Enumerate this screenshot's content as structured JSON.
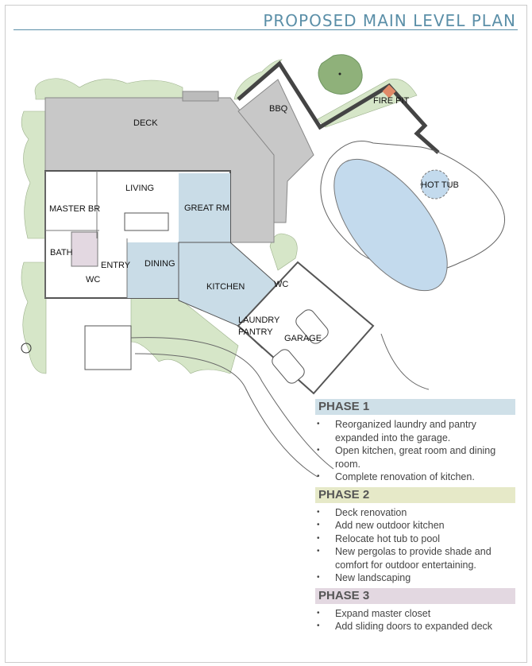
{
  "title": "PROPOSED MAIN LEVEL PLAN",
  "rooms": {
    "deck": "DECK",
    "bbq": "BBQ",
    "fire_pit": "FIRE PIT",
    "living": "LIVING",
    "master_br": "MASTER BR",
    "great_rm": "GREAT RM",
    "hot_tub": "HOT TUB",
    "bath": "BATH",
    "entry": "ENTRY",
    "dining": "DINING",
    "wc1": "WC",
    "kitchen": "KITCHEN",
    "wc2": "WC",
    "laundry": "LAUNDRY",
    "pantry": "PANTRY",
    "garage": "GARAGE"
  },
  "colors": {
    "accent": "#5b8fa8",
    "phase1": "#cfe0e8",
    "phase2": "#e6e9c8",
    "phase3": "#e3d8e1",
    "deck": "#c8c8c8",
    "blue_room": "#c9dce7",
    "landscape": "#d6e6c8",
    "pool": "#c3daed"
  },
  "phases": [
    {
      "title": "PHASE 1",
      "items": [
        "Reorganized laundry and pantry expanded into the garage.",
        "Open kitchen, great room and dining room.",
        "Complete renovation of kitchen."
      ]
    },
    {
      "title": "PHASE 2",
      "items": [
        "Deck renovation",
        "Add new outdoor kitchen",
        "Relocate hot tub to pool",
        "New pergolas to provide shade and comfort for outdoor entertaining.",
        "New landscaping"
      ]
    },
    {
      "title": "PHASE 3",
      "items": [
        "Expand master closet",
        "Add sliding doors to expanded deck"
      ]
    }
  ]
}
